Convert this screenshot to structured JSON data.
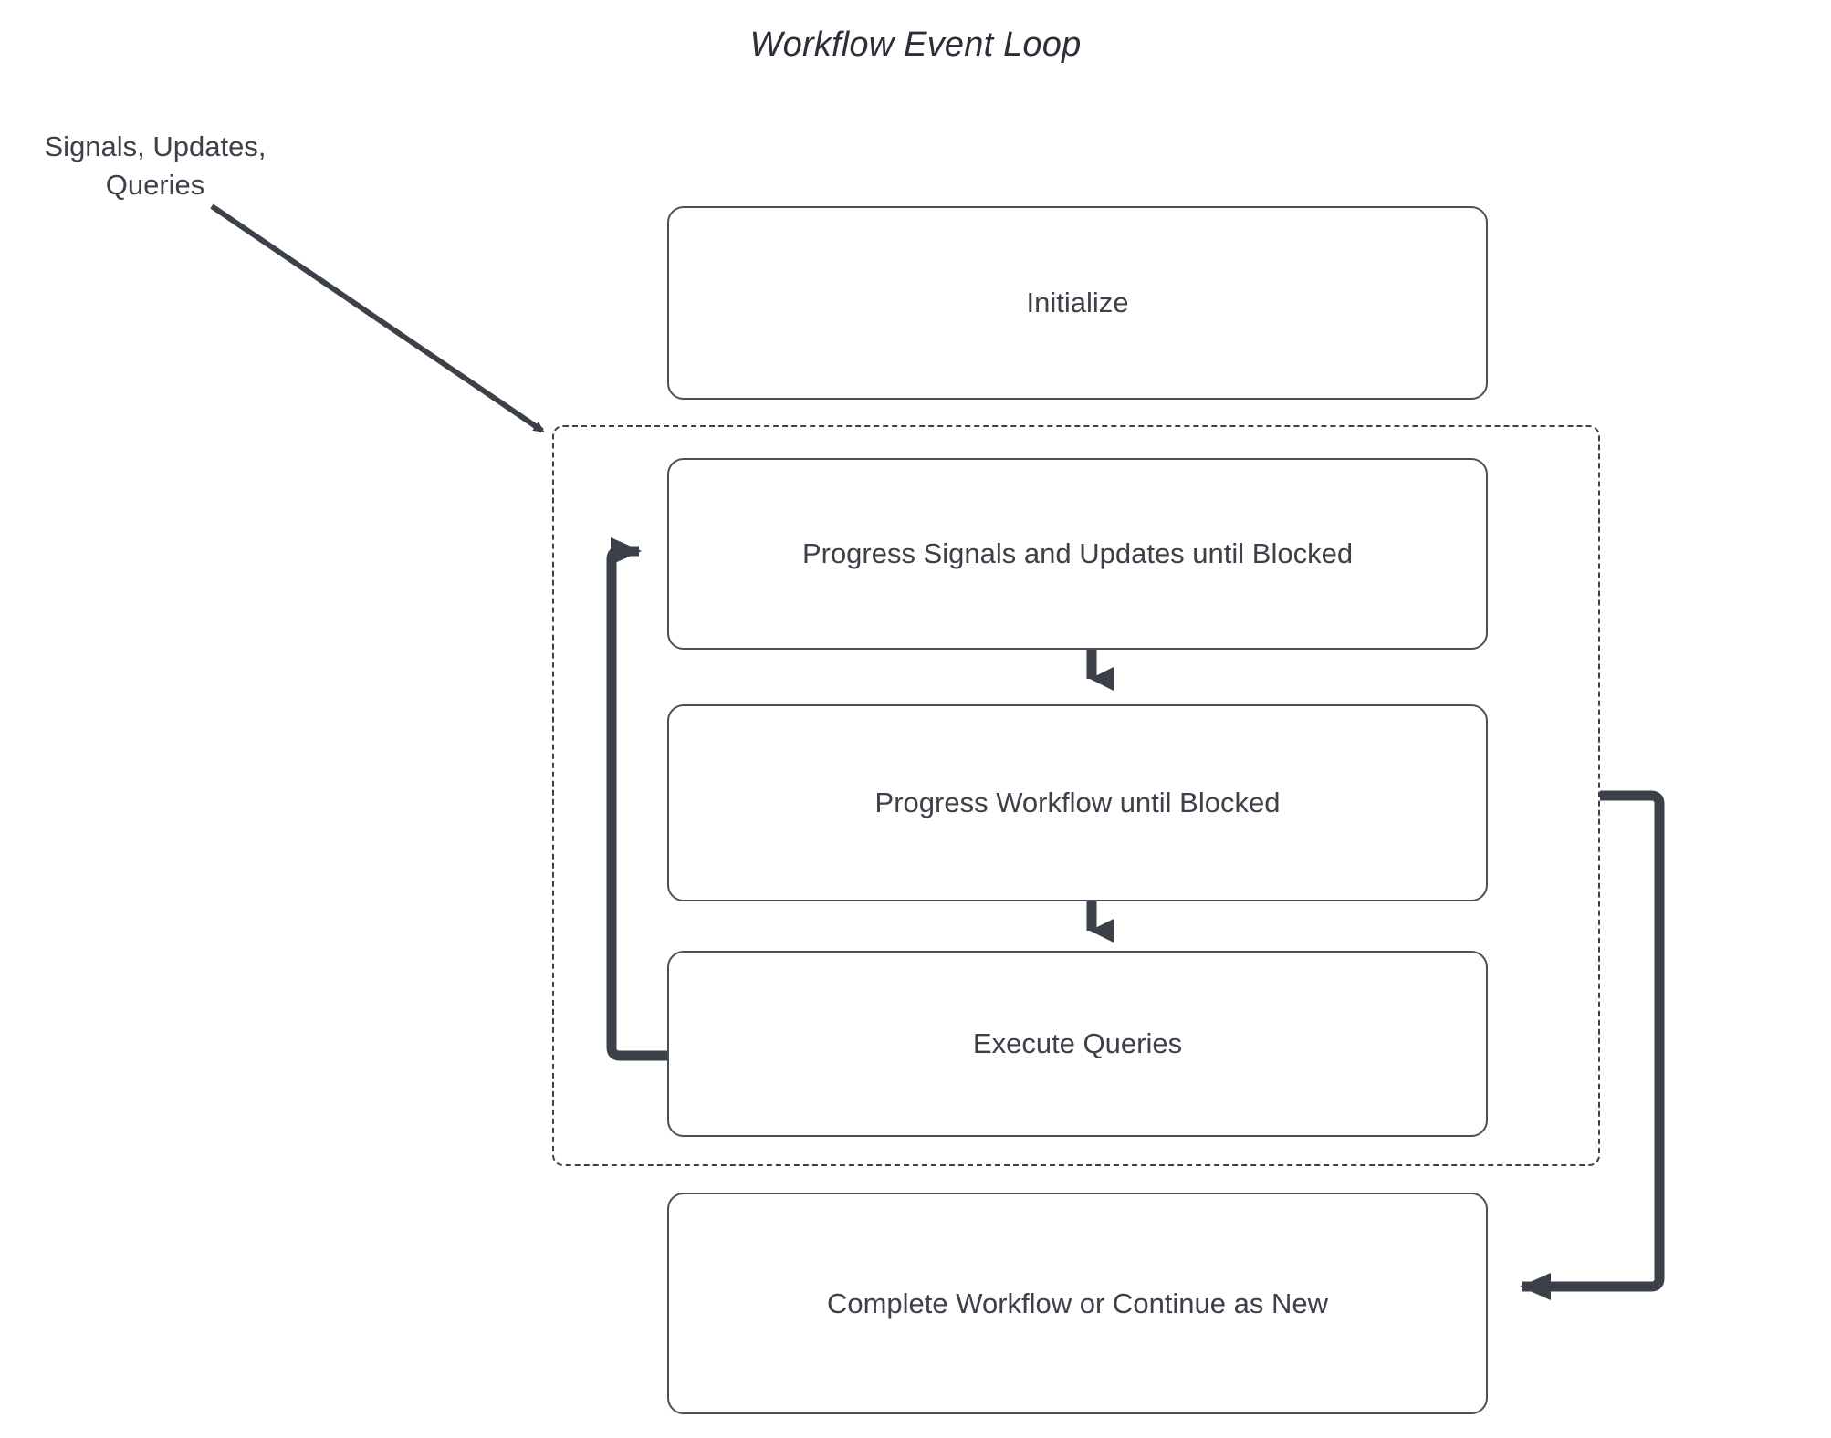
{
  "diagram": {
    "title": "Workflow Event Loop",
    "external_input_label": "Signals, Updates,\nQueries",
    "colors": {
      "node_border": "#4a4e57",
      "group_border": "#3c4049",
      "edge": "#3c4049",
      "text": "#3c4049",
      "background": "#ffffff"
    },
    "nodes": [
      {
        "id": "initialize",
        "label": "Initialize"
      },
      {
        "id": "progress-signals-updates",
        "label": "Progress Signals and Updates until Blocked"
      },
      {
        "id": "progress-workflow",
        "label": "Progress Workflow until Blocked"
      },
      {
        "id": "execute-queries",
        "label": "Execute Queries"
      },
      {
        "id": "complete-workflow",
        "label": "Complete Workflow or Continue as New"
      }
    ],
    "group": {
      "id": "event-loop-group",
      "style": "dashed",
      "members": [
        "progress-signals-updates",
        "progress-workflow",
        "execute-queries"
      ]
    },
    "edges": [
      {
        "id": "signals-to-loop",
        "from": "Signals, Updates, Queries",
        "to": "event-loop-group",
        "style": "solid-arrow"
      },
      {
        "id": "signals-updates-to-workflow",
        "from": "progress-signals-updates",
        "to": "progress-workflow",
        "style": "solid-arrow"
      },
      {
        "id": "workflow-to-queries",
        "from": "progress-workflow",
        "to": "execute-queries",
        "style": "solid-arrow"
      },
      {
        "id": "queries-loop-back",
        "from": "execute-queries",
        "to": "progress-signals-updates",
        "style": "thick-loop-arrow"
      },
      {
        "id": "loop-to-complete",
        "from": "event-loop-group",
        "to": "complete-workflow",
        "style": "thick-loop-arrow"
      }
    ]
  }
}
